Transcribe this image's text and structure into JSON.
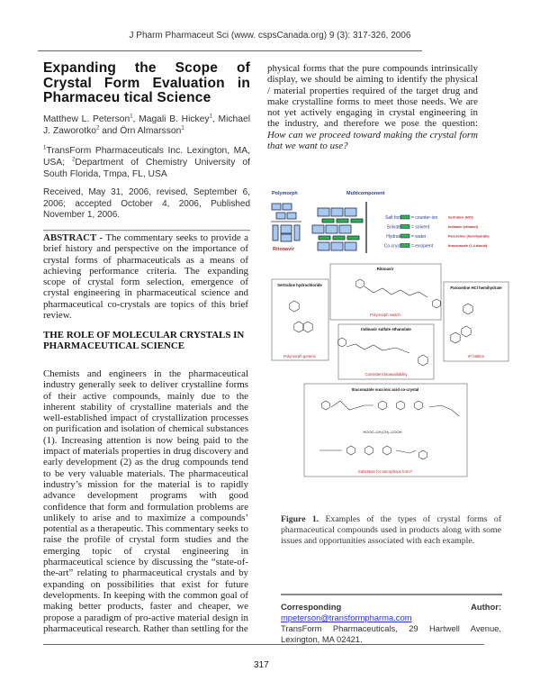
{
  "header": {
    "running_head": "J Pharm Pharmaceut Sci (www. cspsCanada.org) 9 (3): 317-326, 2006"
  },
  "article": {
    "title": "Expanding the Scope of Crystal Form Evaluation in Pharmaceu tical Science",
    "authors": [
      {
        "name": "Matthew L. Peterson",
        "affil": "1"
      },
      {
        "name": "Magali B. Hickey",
        "affil": "1"
      },
      {
        "name": "Michael J. Zaworotko",
        "affil": "2"
      },
      {
        "name": "Örn Almarsson",
        "affil": "1"
      }
    ],
    "author_sep": {
      "comma": ", ",
      "and": " and "
    },
    "affiliations": [
      {
        "num": "1",
        "text": "TransForm Pharmaceuticals Inc. Lexington, MA, USA; "
      },
      {
        "num": "2",
        "text": "Department of Chemistry University of South Florida, Tmpa, FL, USA"
      }
    ],
    "received": "Received, May 31, 2006, revised, September 6, 2006; accepted October 4, 2006, Published November 1, 2006.",
    "separator": "________________________________________________",
    "abstract_label": "ABSTRACT -",
    "abstract": " The commentary seeks to provide a brief history and perspective on the importance of crystal forms of pharmaceuticals as a means of achieving performance criteria. The expanding scope of crystal form selection, emergence of crystal engineering in pharmaceutical science and pharmaceutical co-crystals are topics of this brief review.",
    "section_heading": "THE ROLE OF MOLECULAR CRYSTALS IN PHARMACEUTICAL SCIENCE",
    "body_left": "Chemists and engineers in the pharmaceutical industry generally seek to deliver crystalline forms of their active compounds, mainly due to the inherent stability of crystalline materials and the well-established impact of crystallization processes on purification and isolation of chemical substances (1). Increasing attention is now being paid to the impact of materials properties in drug discovery and early development (2) as the drug compounds tend to be very valuable materials. The pharmaceutical industry’s mission for the material is to rapidly advance development programs with good confidence that form and formulation problems are unlikely to arise and to maximize a compounds’ potential as a therapeutic. This commentary seeks to raise the profile of crystal form studies and the emerging topic of crystal engineering in pharmaceutical science by discussing the “state-of-the-art” relating to pharmaceutical crystals and by expanding on possibilities that exist for future developments.  In keeping with the common goal of making better products, faster and cheaper, we propose a paradigm of pro-active material design in pharmaceutical research. Rather than settling for the",
    "body_right": "physical forms that the pure compounds intrinsically display, we should be aiming to identify the physical / material properties required of the target drug and make crystalline forms to meet those needs. We are not yet actively engaging in crystal engineering in the industry, and therefore we pose the question: ",
    "body_right_italic": "How can we proceed toward making the crystal form that we want to use?"
  },
  "figure": {
    "polymorph_label": "Polymorph",
    "multicomponent_label": "Multicomponent",
    "ritonavir_red": "Ritonavir",
    "legend": [
      {
        "form": "Salt form",
        "key": "= counter-ion",
        "example": "Sertraline (HCl)"
      },
      {
        "form": "Solvate",
        "key": "= solvent",
        "example": "Indinavir (ethanol)"
      },
      {
        "form": "Hydrate",
        "key": "= water",
        "example": "Paroxetine (hemihydrate)"
      },
      {
        "form": "Co-crystal",
        "key": "= excipient",
        "example": "Itraconazole (1,4-diacid)"
      }
    ],
    "boxes": {
      "ritonavir": {
        "title": "Ritonavir",
        "note": "Polymorph switch"
      },
      "sertraline": {
        "title": "Sertraline hydrochloride",
        "note": "Polymorph generic"
      },
      "paroxetine": {
        "title": "Paroxetine HCl hemihydrate",
        "note": "IP battles"
      },
      "indinavir": {
        "title": "Indinavir sulfate ethanolate",
        "note": "Consistent bioavailability"
      },
      "itraconazole": {
        "title": "Itraconazole succinic acid co-crystal",
        "note": "Substitute for amorphous form?",
        "acid": "HOOC–CH₂CH₂–COOH"
      }
    },
    "colors": {
      "crystal_blue": "#a9c8ee",
      "component_green": "#2fb34a",
      "label_blue": "#2a3f8f",
      "note_red": "#c0282d"
    },
    "caption_label": "Figure 1.",
    "caption": " Examples of the types of crystal forms of pharmaceutical compounds used in products along with some issues and opportunities associated with each example."
  },
  "footnote": {
    "label": "Corresponding Author:",
    "email": "mpeterson@transformpharma.com",
    "address": "TransForm Pharmaceuticals, 29 Hartwell Avenue, Lexington, MA 02421."
  },
  "footer": {
    "page_number": "317"
  }
}
